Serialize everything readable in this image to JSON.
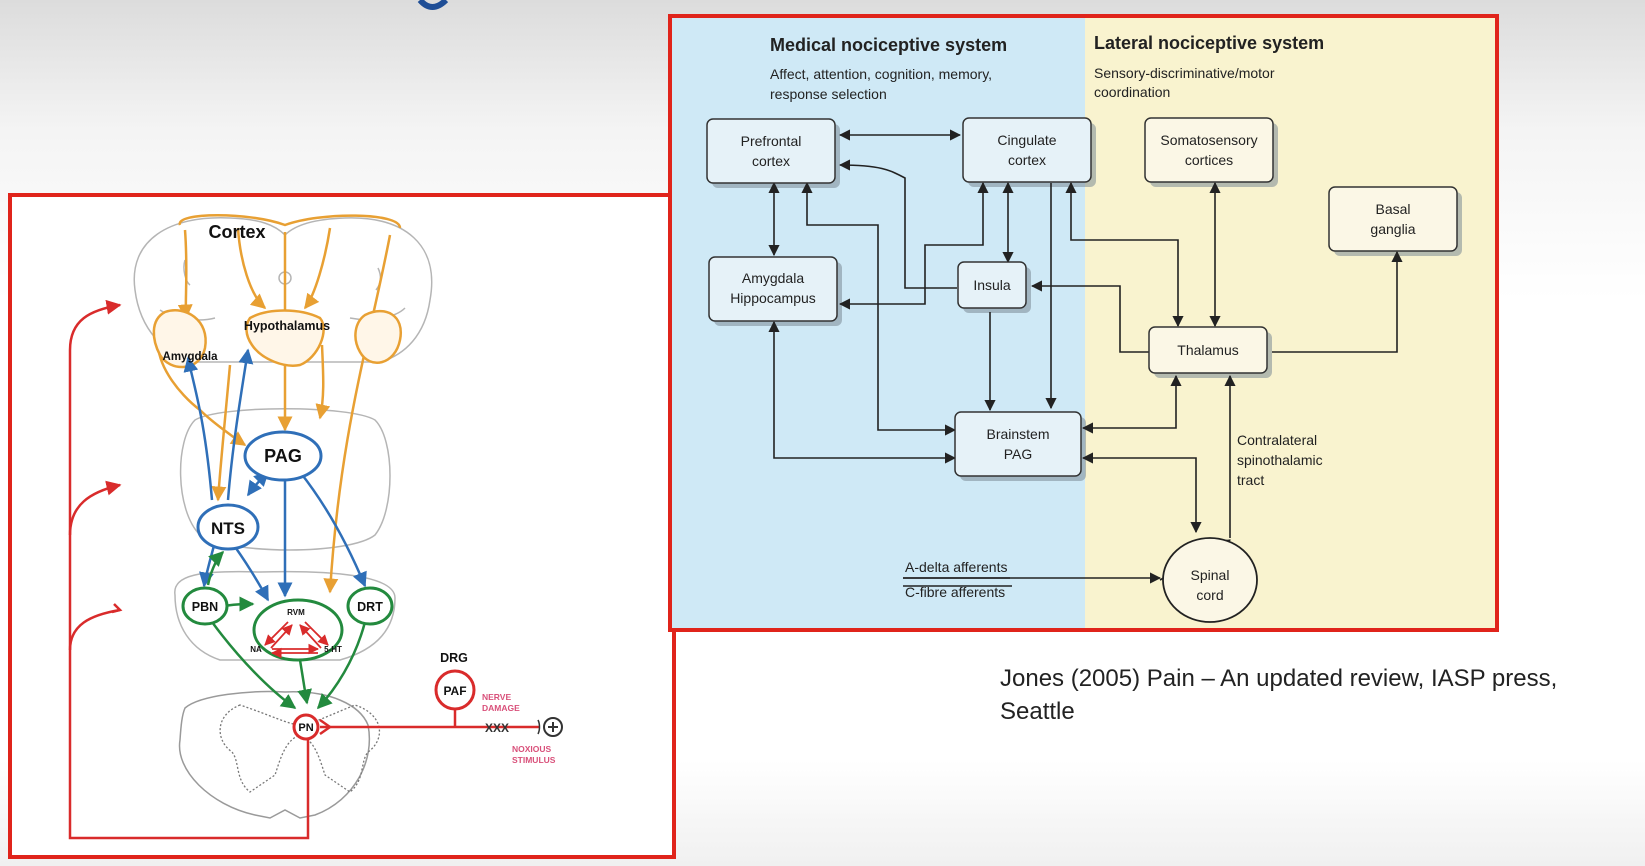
{
  "left_diagram": {
    "labels": {
      "cortex": "Cortex",
      "hypothalamus": "Hypothalamus",
      "amygdala": "Amygdala",
      "pag": "PAG",
      "nts": "NTS",
      "pbn": "PBN",
      "rvm": "RVM",
      "drt": "DRT",
      "na": "NA",
      "ht5": "5-HT",
      "drg": "DRG",
      "paf": "PAF",
      "pn": "PN",
      "nerve_damage_1": "NERVE",
      "nerve_damage_2": "DAMAGE",
      "noxious_1": "NOXIOUS",
      "noxious_2": "STIMULUS",
      "xxx": "XXX"
    },
    "colors": {
      "orange": "#e8a033",
      "blue": "#2f6fb8",
      "green": "#238a3e",
      "red": "#d92b2b",
      "pink": "#d9507a"
    }
  },
  "right_diagram": {
    "medial_title": "Medical nociceptive system",
    "medial_sub_1": "Affect, attention, cognition, memory,",
    "medial_sub_2": "response selection",
    "lateral_title": "Lateral nociceptive system",
    "lateral_sub_1": "Sensory-discriminative/motor",
    "lateral_sub_2": "coordination",
    "boxes": {
      "prefrontal": [
        "Prefrontal",
        "cortex"
      ],
      "cingulate": [
        "Cingulate",
        "cortex"
      ],
      "somatosensory": [
        "Somatosensory",
        "cortices"
      ],
      "basal": [
        "Basal",
        "ganglia"
      ],
      "amygdala": [
        "Amygdala",
        "Hippocampus"
      ],
      "insula": [
        "Insula"
      ],
      "thalamus": [
        "Thalamus"
      ],
      "brainstem": [
        "Brainstem",
        "PAG"
      ],
      "spinal": [
        "Spinal",
        "cord"
      ]
    },
    "tract": [
      "Contralateral",
      "spinothalamic",
      "tract"
    ],
    "a_delta": "A-delta afferents",
    "c_fibre": "C-fibre afferents",
    "colors": {
      "medial_bg": "#cfe9f6",
      "lateral_bg": "#f9f3cf",
      "frame": "#e0241b"
    }
  },
  "citation": {
    "line1": "Jones (2005) Pain – An updated review, IASP press,",
    "line2": "Seattle"
  }
}
